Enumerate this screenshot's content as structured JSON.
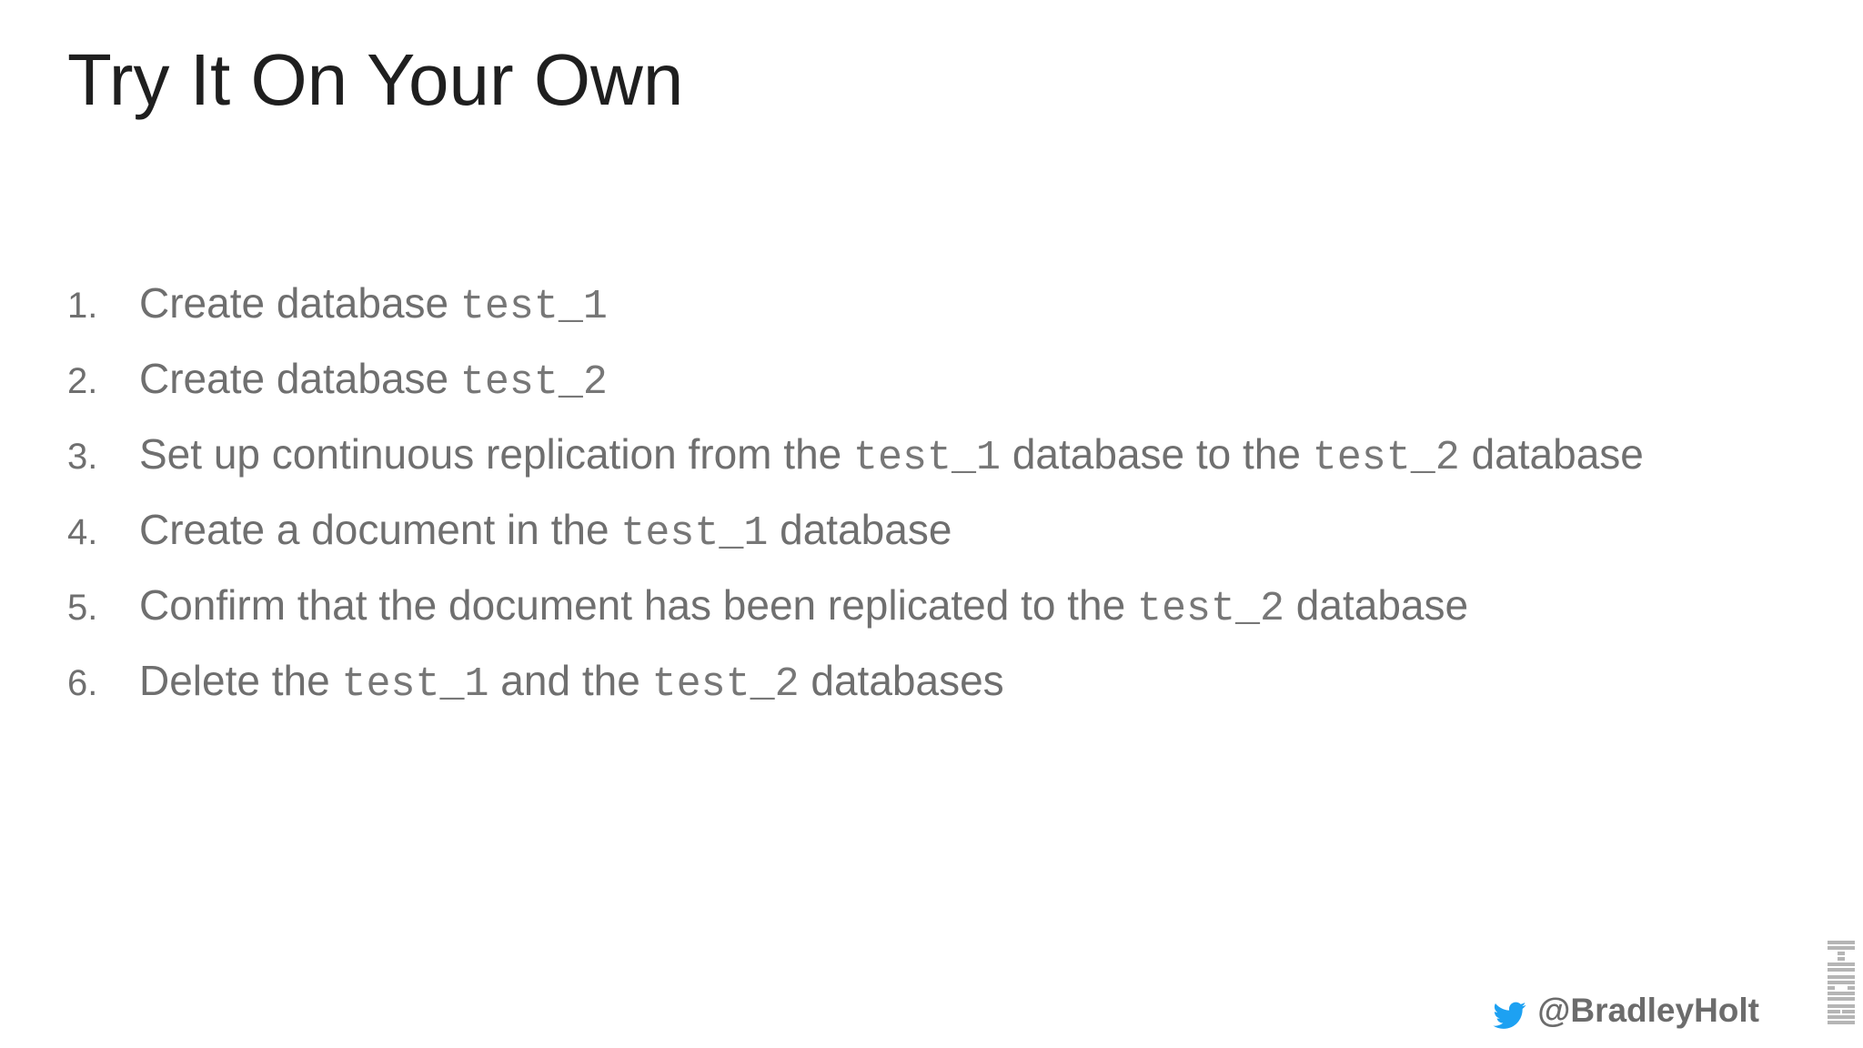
{
  "slide": {
    "title": "Try It On Your Own",
    "steps": [
      {
        "number": "1.",
        "text1": "Create database ",
        "code1": "test_1"
      },
      {
        "number": "2.",
        "text1": "Create database ",
        "code1": "test_2"
      },
      {
        "number": "3.",
        "text1": "Set up continuous replication from the ",
        "code1": "test_1",
        "text2": " database to the ",
        "code2": "test_2",
        "text3": " database"
      },
      {
        "number": "4.",
        "text1": "Create a document in the ",
        "code1": "test_1",
        "text2": " database"
      },
      {
        "number": "5.",
        "text1": "Confirm that the document has been replicated to the ",
        "code1": "test_2",
        "text2": " database"
      },
      {
        "number": "6.",
        "text1": "Delete the ",
        "code1": "test_1",
        "text2": " and the ",
        "code2": "test_2",
        "text3": " databases"
      }
    ]
  },
  "footer": {
    "handle": "@BradleyHolt",
    "icon": "twitter-bird-icon",
    "logo": "IBM",
    "twitter_color": "#1da1f2"
  }
}
